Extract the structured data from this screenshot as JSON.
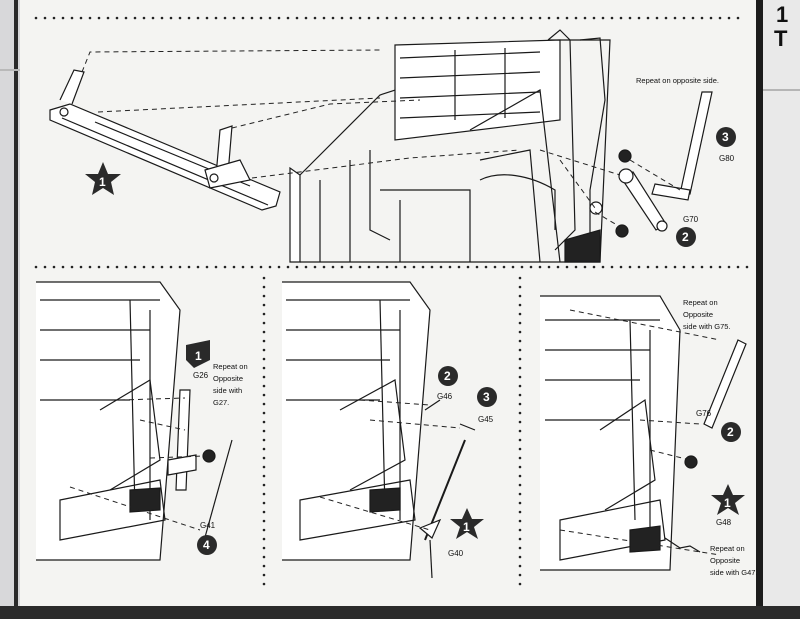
{
  "header": {
    "step_fragment": "1",
    "step_fragment2": "T"
  },
  "panel_top": {
    "note": "Repeat on opposite side.",
    "badges": [
      "1",
      "2",
      "3"
    ],
    "labels": [
      "G80",
      "G70"
    ]
  },
  "panel_left": {
    "badges": [
      "1",
      "4"
    ],
    "labels": [
      "G26",
      "G41"
    ],
    "note": [
      "Repeat on",
      "Opposite",
      "side with",
      "G27."
    ]
  },
  "panel_mid": {
    "badges": [
      "2",
      "3",
      "1"
    ],
    "labels": [
      "G46",
      "G45",
      "G40"
    ]
  },
  "panel_right": {
    "badges": [
      "2",
      "1"
    ],
    "labels": [
      "G76",
      "G48"
    ],
    "note_top": [
      "Repeat on",
      "Opposite",
      "side with G75."
    ],
    "note_bottom": [
      "Repeat on",
      "Opposite",
      "side with G47."
    ]
  },
  "colors": {
    "paper": "#f4f4f2",
    "ink": "#1a1a1a",
    "badge": "#2a2a2a",
    "background": "#c9c9cb"
  }
}
